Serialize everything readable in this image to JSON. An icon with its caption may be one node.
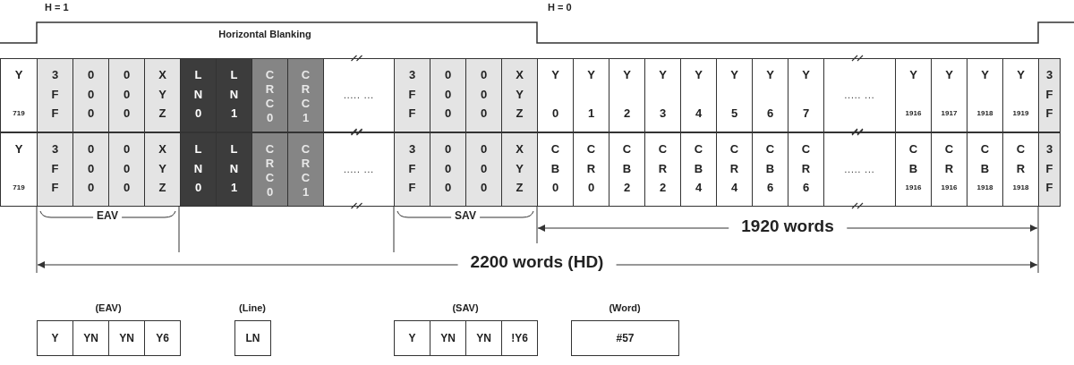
{
  "diagram": {
    "labels": [
      "H = 1",
      "H = 0",
      "Horizontal Blanking",
      "Y 719",
      "3 F F",
      "0 0 0",
      "0 0 0",
      "X Y Z",
      "L N 0",
      "L N 1",
      "C R C 0",
      "C R C 1",
      "..... ...",
      "3 F F",
      "0 0 0",
      "0 0 0",
      "X Y Z",
      "Y 0",
      "Y 1",
      "Y 2",
      "Y 3",
      "Y 4",
      "Y 5",
      "Y 6",
      "Y 7",
      "..... ...",
      "Y 1916",
      "Y 1917",
      "Y 1918",
      "Y 1919",
      "3 F F",
      "Y 719",
      "3 F F",
      "0 0 0",
      "0 0 0",
      "X Y Z",
      "L N 0",
      "L N 1",
      "C R C 0",
      "C R C 1",
      "..... ...",
      "3 F F",
      "0 0 0",
      "0 0 0",
      "X Y Z",
      "C B 0",
      "C R 0",
      "C B 2",
      "C R 2",
      "C B 4",
      "C R 4",
      "C B 6",
      "C R 6",
      "..... ...",
      "C B 1916",
      "C R 1916",
      "C B 1918",
      "C R 1918",
      "3 F F",
      "EAV",
      "SAV",
      "1920 words",
      "2200 words (HD)",
      "(EAV)",
      "(Line)",
      "(SAV)",
      "(Word)",
      "Y",
      "YN",
      "YN",
      "Y6",
      "LN",
      "Y",
      "YN",
      "YN",
      "!Y6",
      "#57"
    ]
  }
}
